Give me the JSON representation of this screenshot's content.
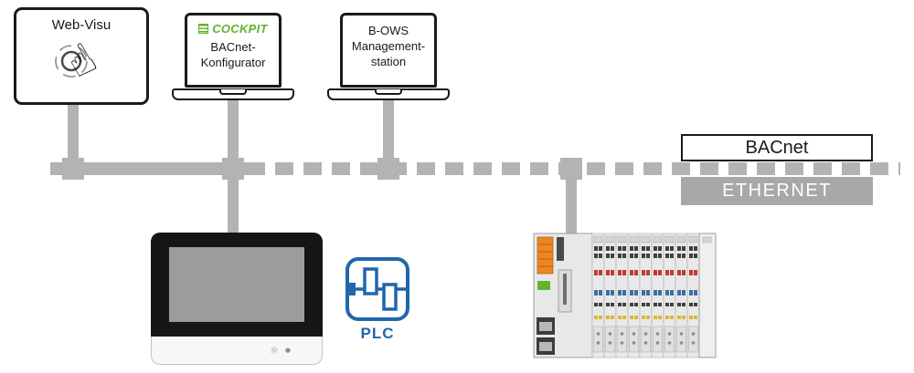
{
  "colors": {
    "bus_gray": "#b3b3b3",
    "ethernet_gray": "#a8a8a8",
    "cockpit_green": "#64b32c",
    "plc_blue": "#2166ac",
    "screen_gray": "#9c9c9c",
    "module_orange": "#ee8722",
    "module_red": "#bf3b34",
    "module_blue": "#3c6ea5",
    "module_yellow": "#d8b83a",
    "module_dark": "#3f3f3f"
  },
  "bus": {
    "bacnet_label": "BACnet",
    "ethernet_label": "ETHERNET"
  },
  "devices": {
    "tablet": {
      "label": "Web-Visu",
      "hand_glyph": "☝"
    },
    "cockpit_laptop": {
      "logo": "COCKPIT",
      "line1": "BACnet-",
      "line2": "Konfigurator"
    },
    "bows_laptop": {
      "line1": "B-OWS",
      "line2": "Management-",
      "line3": "station"
    },
    "hmi_panel": {
      "brightness_glyph": "☼",
      "led_glyph": "●"
    },
    "plc_symbol": {
      "label": "PLC"
    }
  }
}
